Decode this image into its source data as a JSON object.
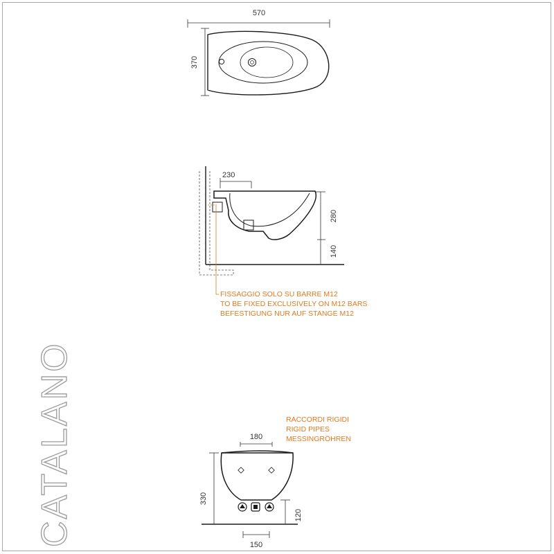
{
  "brand": "CATALANO",
  "top_view": {
    "width": "570",
    "depth": "370"
  },
  "side_view": {
    "offset": "230",
    "height": "280",
    "floor": "140",
    "notes": [
      "FISSAGGIO SOLO SU BARRE M12",
      "TO BE FIXED EXCLUSIVELY ON M12 BARS",
      "BEFESTIGUNG NUR AUF STANGE M12"
    ]
  },
  "front_view": {
    "top_spacing": "180",
    "height": "330",
    "bottom_height": "120",
    "bottom_spacing": "150",
    "notes": [
      "RACCORDI RIGIDI",
      "RIGID PIPES",
      "MESSINGRÖHREN"
    ]
  },
  "colors": {
    "line": "#1a1a1a",
    "dim": "#333333",
    "note": "#e07a1f",
    "brand": "#9a9a9a"
  }
}
